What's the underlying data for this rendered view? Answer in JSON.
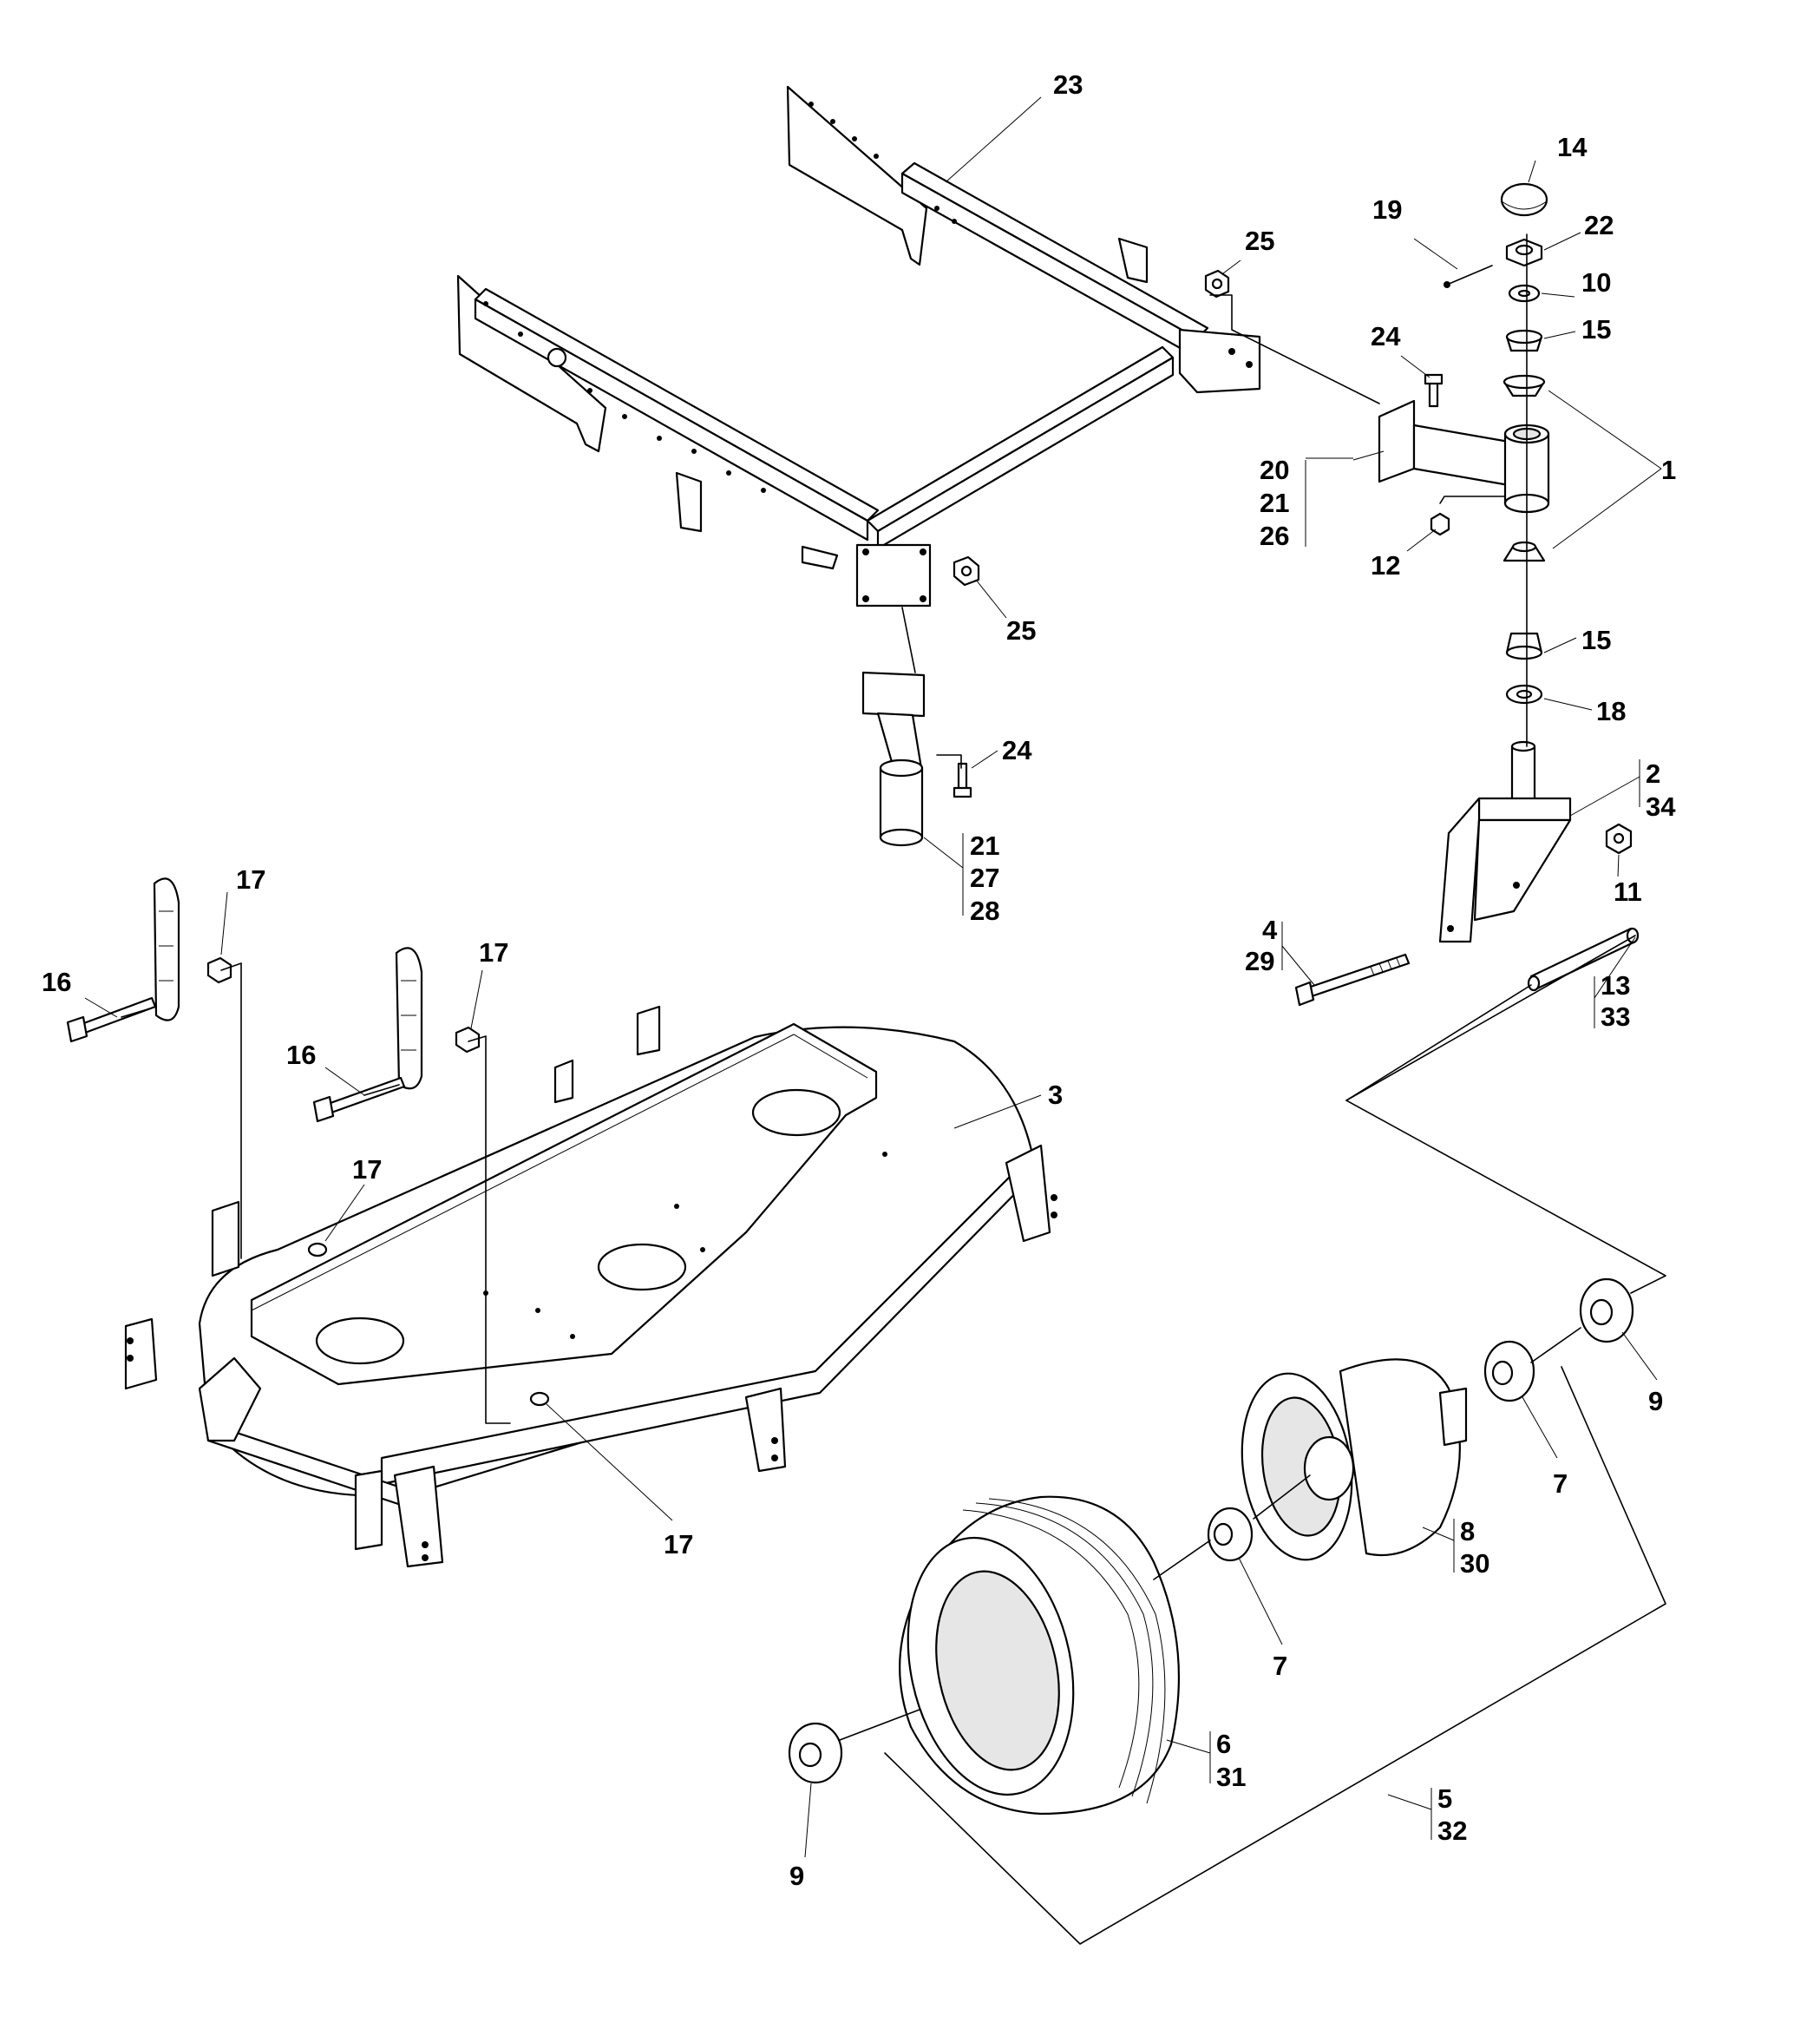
{
  "callouts": [
    {
      "id": "c23",
      "text": "23"
    },
    {
      "id": "c14",
      "text": "14"
    },
    {
      "id": "c19",
      "text": "19"
    },
    {
      "id": "c22",
      "text": "22"
    },
    {
      "id": "c25a",
      "text": "25"
    },
    {
      "id": "c10",
      "text": "10"
    },
    {
      "id": "c15a",
      "text": "15"
    },
    {
      "id": "c24a",
      "text": "24"
    },
    {
      "id": "c1",
      "text": "1"
    },
    {
      "id": "c20",
      "text": "20"
    },
    {
      "id": "c21a",
      "text": "21"
    },
    {
      "id": "c26",
      "text": "26"
    },
    {
      "id": "c12",
      "text": "12"
    },
    {
      "id": "c25b",
      "text": "25"
    },
    {
      "id": "c15b",
      "text": "15"
    },
    {
      "id": "c18",
      "text": "18"
    },
    {
      "id": "c24b",
      "text": "24"
    },
    {
      "id": "c2",
      "text": "2"
    },
    {
      "id": "c34",
      "text": "34"
    },
    {
      "id": "c21b",
      "text": "21"
    },
    {
      "id": "c27",
      "text": "27"
    },
    {
      "id": "c28",
      "text": "28"
    },
    {
      "id": "c11",
      "text": "11"
    },
    {
      "id": "c17a",
      "text": "17"
    },
    {
      "id": "c17b",
      "text": "17"
    },
    {
      "id": "c16a",
      "text": "16"
    },
    {
      "id": "c4",
      "text": "4"
    },
    {
      "id": "c29",
      "text": "29"
    },
    {
      "id": "c13",
      "text": "13"
    },
    {
      "id": "c33",
      "text": "33"
    },
    {
      "id": "c16b",
      "text": "16"
    },
    {
      "id": "c3",
      "text": "3"
    },
    {
      "id": "c17c",
      "text": "17"
    },
    {
      "id": "c9a",
      "text": "9"
    },
    {
      "id": "c7a",
      "text": "7"
    },
    {
      "id": "c17d",
      "text": "17"
    },
    {
      "id": "c8",
      "text": "8"
    },
    {
      "id": "c30",
      "text": "30"
    },
    {
      "id": "c7b",
      "text": "7"
    },
    {
      "id": "c6",
      "text": "6"
    },
    {
      "id": "c31",
      "text": "31"
    },
    {
      "id": "c5",
      "text": "5"
    },
    {
      "id": "c32",
      "text": "32"
    },
    {
      "id": "c9b",
      "text": "9"
    }
  ]
}
